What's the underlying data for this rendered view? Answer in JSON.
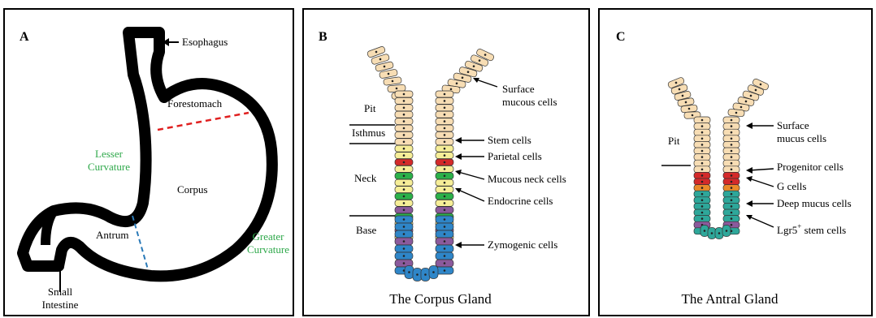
{
  "panel_a": {
    "letter": "A",
    "esophagus": "Esophagus",
    "forestomach": "Forestomach",
    "lesser_curvature_1": "Lesser",
    "lesser_curvature_2": "Curvature",
    "corpus": "Corpus",
    "antrum": "Antrum",
    "greater_curvature_1": "Greater",
    "greater_curvature_2": "Curvature",
    "small_intestine_1": "Small",
    "small_intestine_2": "Intestine",
    "colors": {
      "outline": "#000000",
      "forestomach_divider": "#e02020",
      "antrum_divider": "#2a7ab8",
      "curvature_label": "#2ea84a"
    }
  },
  "panel_b": {
    "letter": "B",
    "pit": "Pit",
    "isthmus": "Isthmus",
    "neck": "Neck",
    "base": "Base",
    "surface_mucous_1": "Surface",
    "surface_mucous_2": "mucous cells",
    "stem_cells": "Stem cells",
    "parietal_cells": "Parietal cells",
    "mucous_neck_cells": "Mucous neck cells",
    "endocrine_cells": "Endocrine cells",
    "zymogenic_cells": "Zymogenic cells",
    "title": "The Corpus Gland"
  },
  "panel_c": {
    "letter": "C",
    "pit": "Pit",
    "surface_mucus_1": "Surface",
    "surface_mucus_2": "mucus cells",
    "progenitor_cells": "Progenitor cells",
    "g_cells": "G cells",
    "deep_mucus_cells": "Deep mucus cells",
    "lgr5_prefix": "Lgr5",
    "lgr5_sup": "+",
    "lgr5_suffix": " stem cells",
    "title": "The Antral Gland"
  },
  "cell_colors": {
    "surface": "#f7ddb4",
    "stem": "#d42a2a",
    "parietal": "#2bb14a",
    "mucous_neck": "#f6ee98",
    "endocrine": "#8b5a9c",
    "zymogenic": "#2f86c8",
    "deep_mucus": "#2ea79a",
    "g_cell": "#e98a2a"
  }
}
